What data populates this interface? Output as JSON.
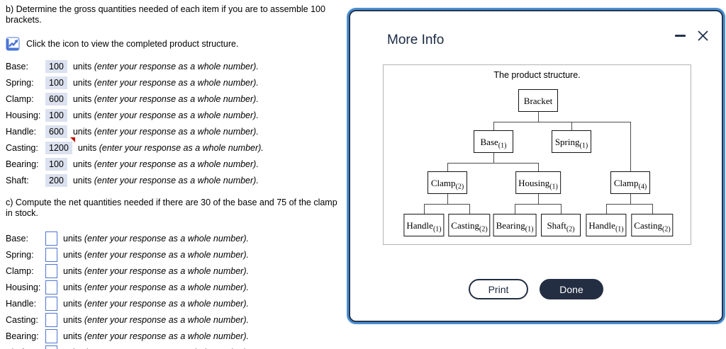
{
  "colors": {
    "accent_blue": "#4b8fd2",
    "navy": "#22304a",
    "answer_box_bg": "#dbe1ef",
    "input_border": "#4f74d2",
    "incorrect_flag_red": "#c41200",
    "chart_icon_blue": "#4a74d6"
  },
  "icons": {
    "chart": "chart-trend-icon",
    "minimize": "minimize-icon",
    "close": "close-icon",
    "incorrect_flag": "incorrect-flag-icon"
  },
  "left": {
    "question_b": "b) Determine the gross quantities needed of each item if you are to assemble 100 brackets.",
    "icon_caption": "Click the icon to view the completed product structure.",
    "units_label": "units",
    "units_note": "(enter your response as a whole number).",
    "gross_rows": [
      {
        "label": "Base:",
        "value": "100",
        "flagged": false
      },
      {
        "label": "Spring:",
        "value": "100",
        "flagged": false
      },
      {
        "label": "Clamp:",
        "value": "600",
        "flagged": false
      },
      {
        "label": "Housing:",
        "value": "100",
        "flagged": false
      },
      {
        "label": "Handle:",
        "value": "600",
        "flagged": false
      },
      {
        "label": "Casting:",
        "value": "1200",
        "flagged": true
      },
      {
        "label": "Bearing:",
        "value": "100",
        "flagged": false
      },
      {
        "label": "Shaft:",
        "value": "200",
        "flagged": false
      }
    ],
    "question_c": "c) Compute the net quantities needed if there are 30 of the base and 75 of the clamp in stock.",
    "net_rows": [
      {
        "label": "Base:",
        "value": ""
      },
      {
        "label": "Spring:",
        "value": ""
      },
      {
        "label": "Clamp:",
        "value": ""
      },
      {
        "label": "Housing:",
        "value": ""
      },
      {
        "label": "Handle:",
        "value": ""
      },
      {
        "label": "Casting:",
        "value": ""
      },
      {
        "label": "Bearing:",
        "value": ""
      },
      {
        "label": "Shaft:",
        "value": ""
      }
    ]
  },
  "modal": {
    "title": "More Info",
    "diagram": {
      "caption": "The product structure.",
      "tree": {
        "label": "Bracket",
        "qty": "",
        "children": [
          {
            "label": "Base",
            "qty": "(1)",
            "children": [
              {
                "label": "Clamp",
                "qty": "(2)",
                "children": [
                  {
                    "label": "Handle",
                    "qty": "(1)"
                  },
                  {
                    "label": "Casting",
                    "qty": "(2)"
                  }
                ]
              },
              {
                "label": "Housing",
                "qty": "(1)",
                "children": [
                  {
                    "label": "Bearing",
                    "qty": "(1)"
                  },
                  {
                    "label": "Shaft",
                    "qty": "(2)"
                  }
                ]
              }
            ]
          },
          {
            "label": "Spring",
            "qty": "(1)"
          },
          {
            "label": "Clamp",
            "qty": "(4)",
            "children": [
              {
                "label": "Handle",
                "qty": "(1)"
              },
              {
                "label": "Casting",
                "qty": "(2)"
              }
            ]
          }
        ]
      }
    },
    "buttons": {
      "print": "Print",
      "done": "Done"
    }
  }
}
